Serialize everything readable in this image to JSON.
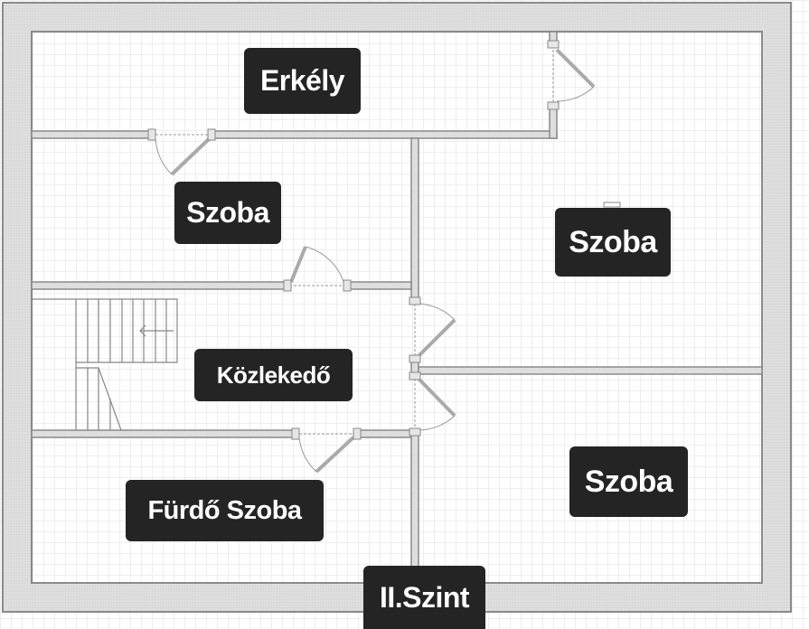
{
  "rooms": {
    "erkely": "Erkély",
    "szoba_left": "Szoba",
    "szoba_right_top": "Szoba",
    "kozlekedo": "Közlekedő",
    "furdo": "Fürdő Szoba",
    "szoba_right_bottom": "Szoba"
  },
  "level_label": "II.Szint",
  "colors": {
    "wall_fill": "#dcdcdc",
    "wall_stroke": "#8a8a8a",
    "label_bg": "#242424"
  }
}
